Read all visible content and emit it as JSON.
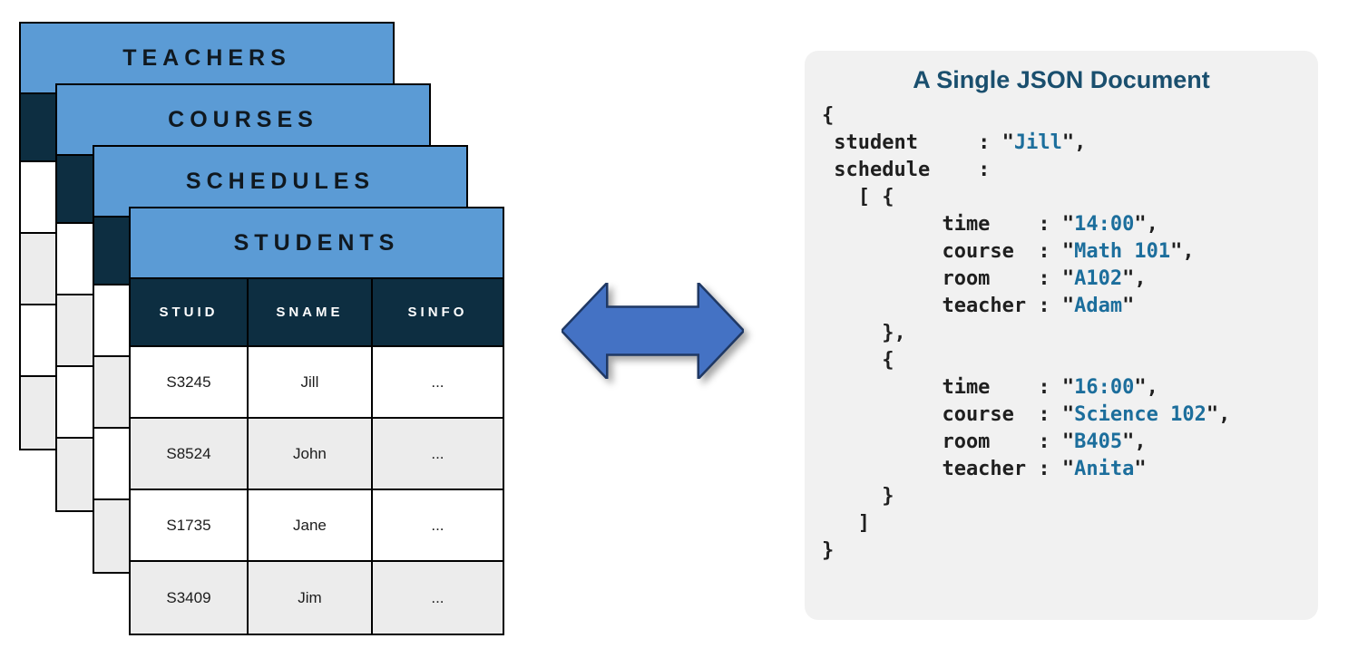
{
  "diagram": {
    "tables": [
      {
        "title": "TEACHERS"
      },
      {
        "title": "COURSES"
      },
      {
        "title": "SCHEDULES"
      },
      {
        "title": "STUDENTS",
        "columns": [
          "STUID",
          "SNAME",
          "SINFO"
        ],
        "rows": [
          [
            "S3245",
            "Jill",
            "..."
          ],
          [
            "S8524",
            "John",
            "..."
          ],
          [
            "S1735",
            "Jane",
            "..."
          ],
          [
            "S3409",
            "Jim",
            "..."
          ]
        ]
      }
    ],
    "arrow": {
      "type": "double-headed-horizontal",
      "fill": "#4472C4",
      "border": "#1F3864"
    },
    "json_panel": {
      "title": "A Single JSON Document",
      "background": "#F1F1F1",
      "title_color": "#1A4F6E",
      "value_color": "#1C6E9C",
      "lines": [
        [
          {
            "t": "{"
          }
        ],
        [
          {
            "t": " student     : \""
          },
          {
            "t": "Jill",
            "c": "v"
          },
          {
            "t": "\","
          }
        ],
        [
          {
            "t": " schedule    :"
          }
        ],
        [
          {
            "t": "   [ {"
          }
        ],
        [
          {
            "t": "          time    : \""
          },
          {
            "t": "14:00",
            "c": "v"
          },
          {
            "t": "\","
          }
        ],
        [
          {
            "t": "          course  : \""
          },
          {
            "t": "Math 101",
            "c": "v"
          },
          {
            "t": "\","
          }
        ],
        [
          {
            "t": "          room    : \""
          },
          {
            "t": "A102",
            "c": "v"
          },
          {
            "t": "\","
          }
        ],
        [
          {
            "t": "          teacher : \""
          },
          {
            "t": "Adam",
            "c": "v"
          },
          {
            "t": "\""
          }
        ],
        [
          {
            "t": "     },"
          }
        ],
        [
          {
            "t": "     {"
          }
        ],
        [
          {
            "t": "          time    : \""
          },
          {
            "t": "16:00",
            "c": "v"
          },
          {
            "t": "\","
          }
        ],
        [
          {
            "t": "          course  : \""
          },
          {
            "t": "Science 102",
            "c": "v"
          },
          {
            "t": "\","
          }
        ],
        [
          {
            "t": "          room    : \""
          },
          {
            "t": "B405",
            "c": "v"
          },
          {
            "t": "\","
          }
        ],
        [
          {
            "t": "          teacher : \""
          },
          {
            "t": "Anita",
            "c": "v"
          },
          {
            "t": "\""
          }
        ],
        [
          {
            "t": "     }"
          }
        ],
        [
          {
            "t": "   ]"
          }
        ],
        [
          {
            "t": "}"
          }
        ]
      ]
    },
    "colors": {
      "header_blue": "#5B9BD5",
      "header_navy": "#0D2E41",
      "row_alt_gray": "#ECECEC",
      "border_black": "#000000"
    }
  }
}
